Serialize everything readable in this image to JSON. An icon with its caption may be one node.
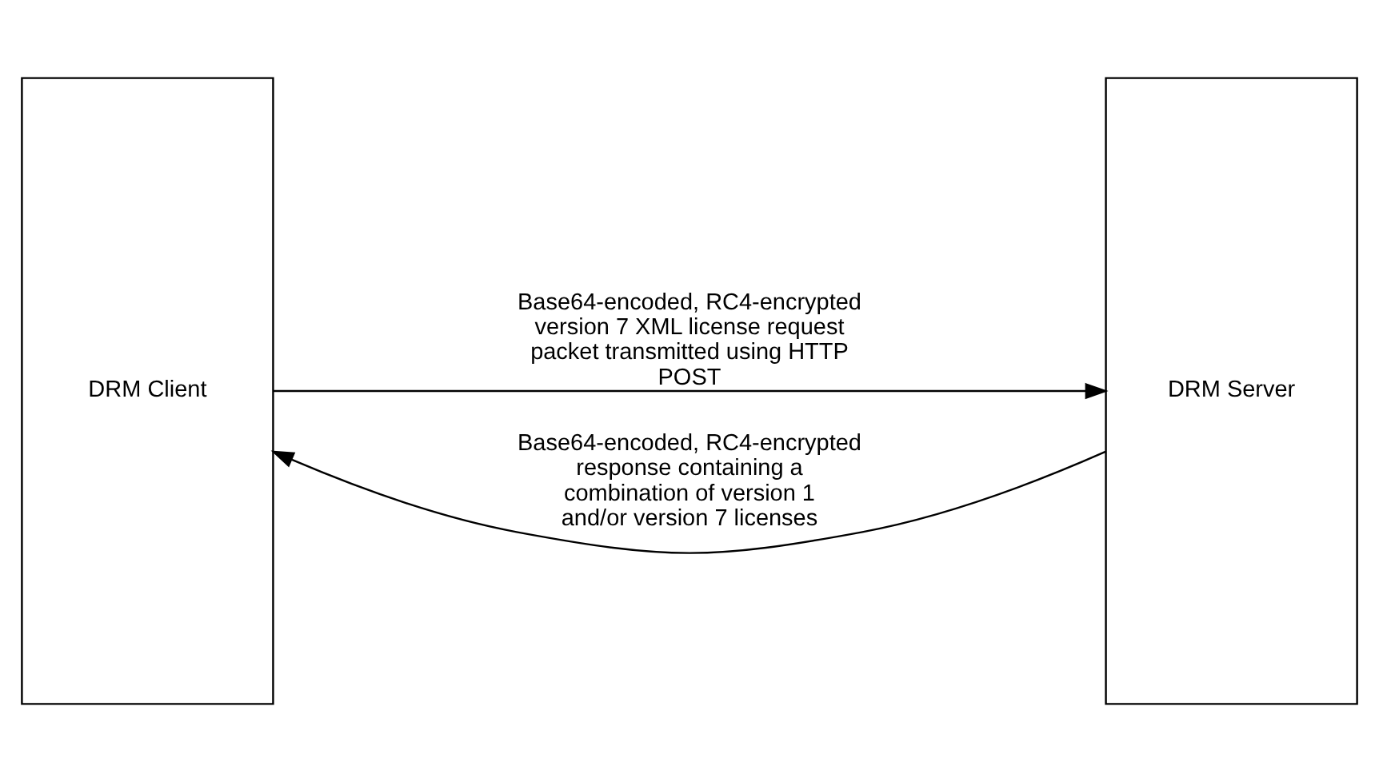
{
  "diagram": {
    "nodes": [
      {
        "text": [
          "DRM Client"
        ]
      },
      {
        "text": [
          "DRM Server"
        ]
      }
    ],
    "edges": [
      {
        "from": 0,
        "to": 1,
        "arrow": "to",
        "label": "Base64-encoded, RC4-encrypted version 7 XML license request packet transmitted using HTTP POST"
      },
      {
        "from": 1,
        "to": 0,
        "arrow": "to",
        "label": "Base64-encoded, RC4-encrypted response containing a combination of version 1 and/or version 7 licenses"
      }
    ]
  }
}
